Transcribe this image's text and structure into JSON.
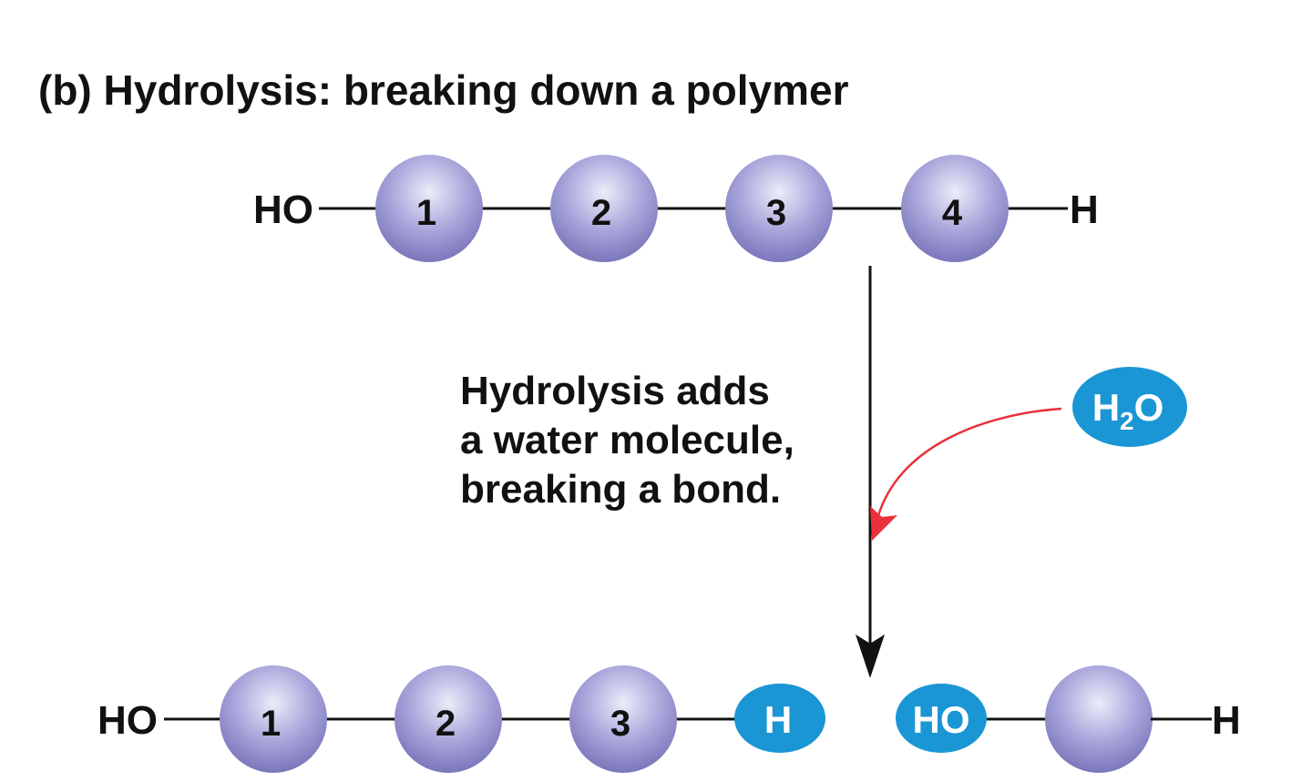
{
  "title": "(b) Hydrolysis: breaking down a polymer",
  "caption": {
    "line1": "Hydrolysis adds",
    "line2": "a water molecule,",
    "line3": "breaking a bond."
  },
  "polymer_top": {
    "left_end": "HO",
    "right_end": "H",
    "monomers": [
      "1",
      "2",
      "3",
      "4"
    ]
  },
  "water": {
    "prefix": "H",
    "subscript": "2",
    "suffix": "O"
  },
  "products": {
    "fragment_left": {
      "left_end": "HO",
      "monomers": [
        "1",
        "2",
        "3"
      ],
      "right_end": "H"
    },
    "fragment_right": {
      "left_end": "HO",
      "monomer": "",
      "right_end": "H"
    }
  },
  "colors": {
    "monomer_light": "#dcdcf3",
    "monomer_mid": "#a6a4d8",
    "monomer_dark": "#7b77bd",
    "water_blue": "#1a96d4",
    "arrow_red": "#e8313a",
    "text": "#111111"
  }
}
